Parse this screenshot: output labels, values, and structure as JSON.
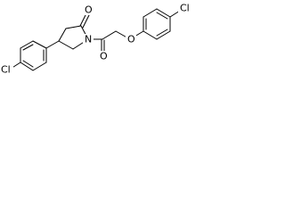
{
  "molecule": {
    "atoms": {
      "o_carbonyl_ring": "O",
      "n_pyrrolidine": "N",
      "o_carbonyl_acyl": "O",
      "o_ether": "O",
      "cl_left": "Cl",
      "cl_right": "Cl"
    }
  }
}
